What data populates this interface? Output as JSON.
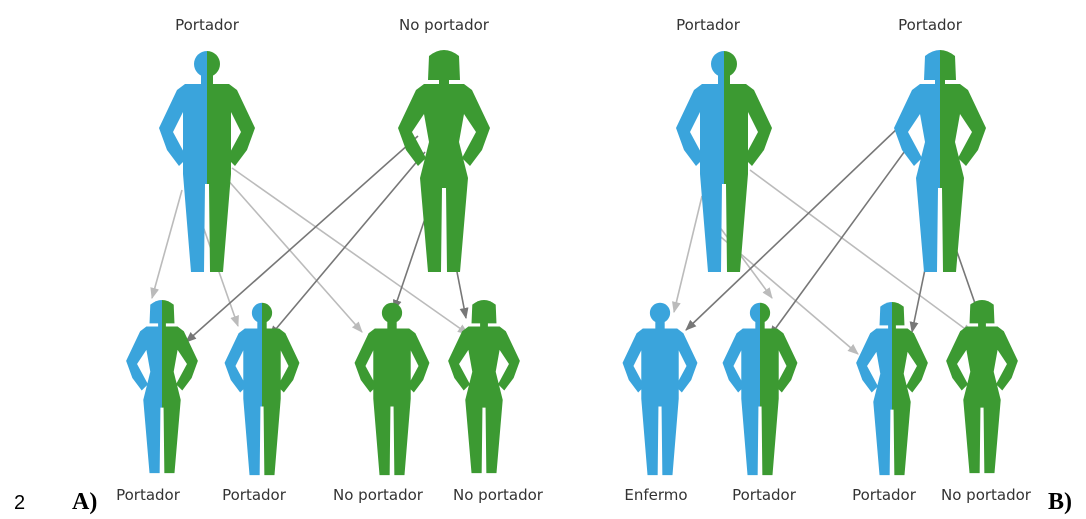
{
  "page_number": "2",
  "colors": {
    "affected": "#3aa4dc",
    "normal": "#3c9a32",
    "arrow_light": "#bbbbbb",
    "arrow_dark": "#777777"
  },
  "panels": [
    {
      "id": "A",
      "tag": "A)",
      "parents": [
        {
          "label": "Portador",
          "genotype": "carrier",
          "sex": "male"
        },
        {
          "label": "No portador",
          "genotype": "normal",
          "sex": "female"
        }
      ],
      "children": [
        {
          "label": "Portador",
          "genotype": "carrier",
          "sex": "female"
        },
        {
          "label": "Portador",
          "genotype": "carrier",
          "sex": "male"
        },
        {
          "label": "No portador",
          "genotype": "normal",
          "sex": "male"
        },
        {
          "label": "No portador",
          "genotype": "normal",
          "sex": "female"
        }
      ]
    },
    {
      "id": "B",
      "tag": "B)",
      "parents": [
        {
          "label": "Portador",
          "genotype": "carrier",
          "sex": "male"
        },
        {
          "label": "Portador",
          "genotype": "carrier",
          "sex": "female"
        }
      ],
      "children": [
        {
          "label": "Enfermo",
          "genotype": "affected",
          "sex": "male"
        },
        {
          "label": "Portador",
          "genotype": "carrier",
          "sex": "male"
        },
        {
          "label": "Portador",
          "genotype": "carrier",
          "sex": "female"
        },
        {
          "label": "No portador",
          "genotype": "normal",
          "sex": "female"
        }
      ]
    }
  ]
}
